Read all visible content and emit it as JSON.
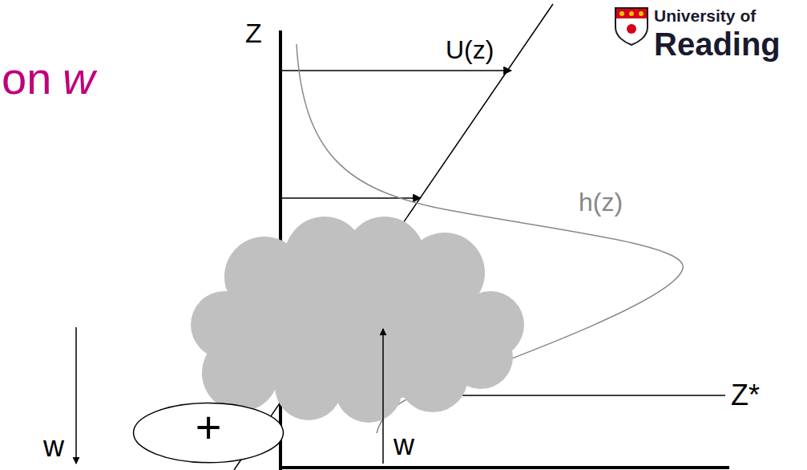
{
  "diagram": {
    "nodes": [
      {
        "text": [
          "+"
        ]
      }
    ],
    "labels": [
      "on",
      "w",
      "Z",
      "U(z)",
      "h(z)",
      "Z*",
      "w",
      "w",
      "University of",
      "Reading"
    ]
  }
}
